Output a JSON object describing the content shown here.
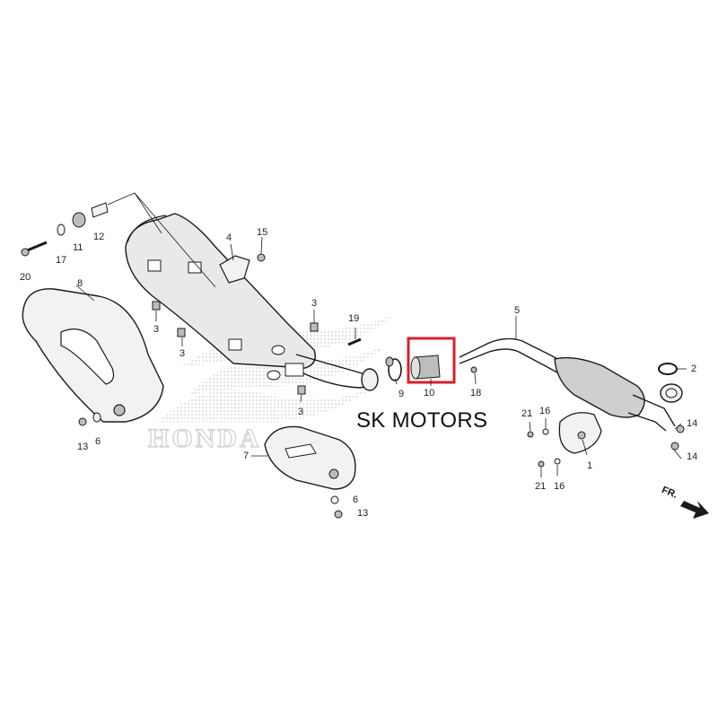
{
  "diagram": {
    "callout_numbers": [
      "1",
      "2",
      "3",
      "3",
      "3",
      "3",
      "4",
      "5",
      "6",
      "6",
      "7",
      "8",
      "9",
      "10",
      "11",
      "12",
      "13",
      "13",
      "14",
      "14",
      "15",
      "16",
      "16",
      "17",
      "18",
      "19",
      "20",
      "21",
      "21"
    ],
    "watermark": "HONDA",
    "shop_text": "SK MOTORS",
    "direction_label": "FR.",
    "highlighted_part": "10",
    "colors": {
      "line": "#1a1a1a",
      "fill_light": "#f2f2f2",
      "fill_mid": "#bdbdbd",
      "highlight": "#d6202a",
      "watermark": "#d9d9d9"
    }
  }
}
